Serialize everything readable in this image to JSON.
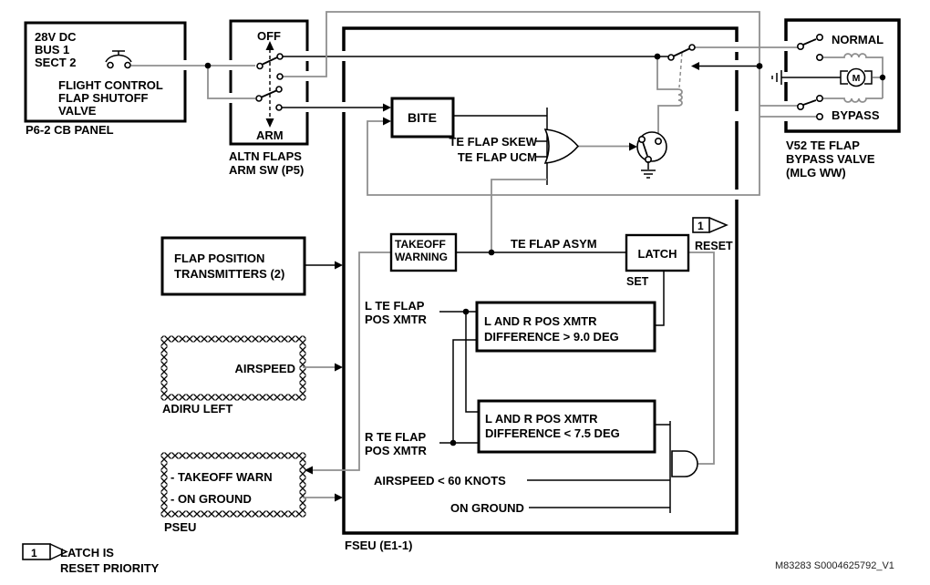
{
  "colors": {
    "wire": "#000000",
    "wire_gray": "#8f8f8f",
    "background": "#ffffff"
  },
  "cb_panel": {
    "bus1": "28V DC",
    "bus2": "BUS 1",
    "bus3": "SECT 2",
    "dev1": "FLIGHT CONTROL",
    "dev2": "FLAP SHUTOFF",
    "dev3": "VALVE",
    "caption": "P6-2 CB PANEL"
  },
  "arm_switch": {
    "off": "OFF",
    "arm": "ARM",
    "caption1": "ALTN FLAPS",
    "caption2": "ARM SW (P5)"
  },
  "fseu": {
    "caption": "FSEU (E1-1)",
    "bite": "BITE",
    "skew": "TE FLAP SKEW",
    "ucm": "TE FLAP UCM",
    "takeoff1": "TAKEOFF",
    "takeoff2": "WARNING",
    "asym": "TE FLAP ASYM",
    "latch": "LATCH",
    "set": "SET",
    "reset": "RESET",
    "reset_flag": "1",
    "l_xmtr1": "L TE FLAP",
    "l_xmtr2": "POS XMTR",
    "r_xmtr1": "R TE FLAP",
    "r_xmtr2": "POS XMTR",
    "diff9_1": "L AND R POS XMTR",
    "diff9_2": "DIFFERENCE > 9.0 DEG",
    "diff75_1": "L AND R POS XMTR",
    "diff75_2": "DIFFERENCE < 7.5 DEG",
    "airspeed60": "AIRSPEED < 60 KNOTS",
    "on_ground": "ON GROUND"
  },
  "flap_transmitters": {
    "line1": "FLAP POSITION",
    "line2": "TRANSMITTERS (2)"
  },
  "adiru": {
    "airspeed": "AIRSPEED",
    "caption": "ADIRU LEFT"
  },
  "pseu": {
    "takeoff_warn": "- TAKEOFF WARN",
    "on_ground": "- ON GROUND",
    "caption": "PSEU"
  },
  "bypass_valve": {
    "normal": "NORMAL",
    "bypass": "BYPASS",
    "motor": "M",
    "caption1": "V52 TE FLAP",
    "caption2": "BYPASS VALVE",
    "caption3": "(MLG WW)"
  },
  "note": {
    "flag": "1",
    "line1": "LATCH IS",
    "line2": "RESET PRIORITY"
  },
  "doc_number": "M83283 S0004625792_V1"
}
